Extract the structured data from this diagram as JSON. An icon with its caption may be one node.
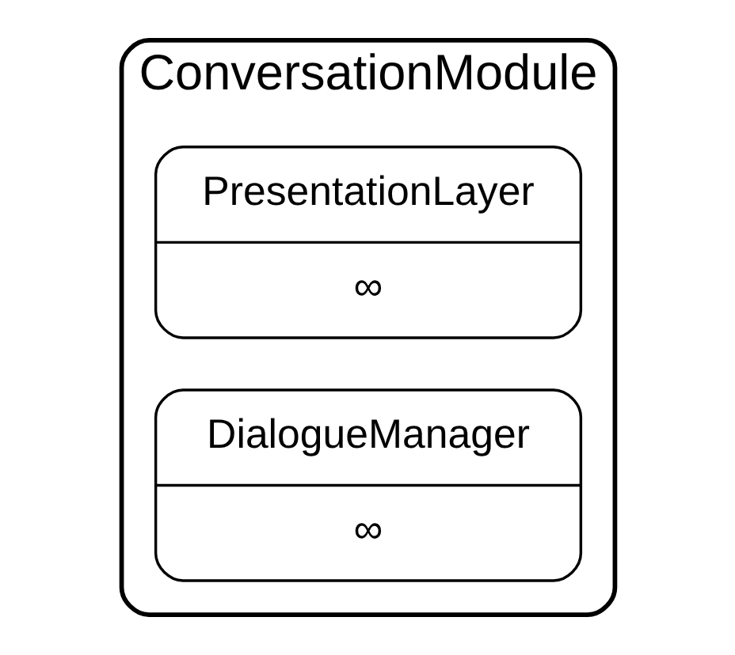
{
  "diagram": {
    "nodes": [
      {
        "text": [
          "ConversationModule"
        ]
      },
      {
        "text": [
          "PresentationLayer",
          "∞"
        ],
        "in": 0
      },
      {
        "text": [
          "DialogueManager",
          "∞"
        ],
        "in": 0
      }
    ]
  }
}
